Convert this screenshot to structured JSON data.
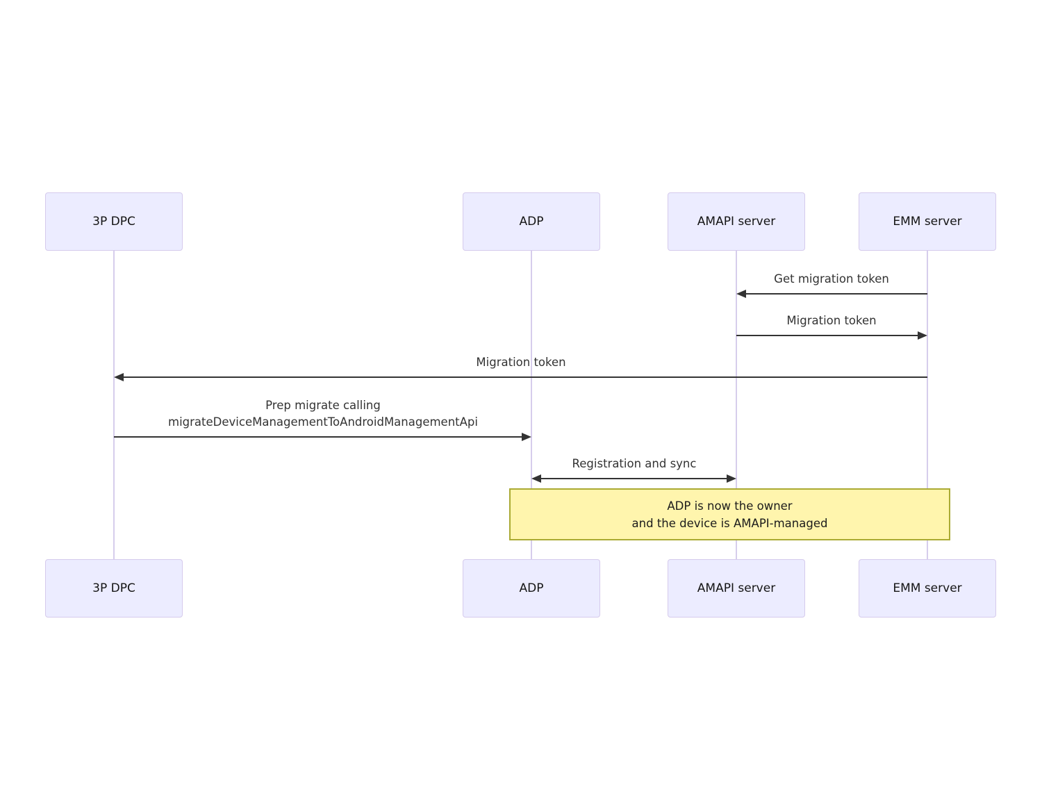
{
  "diagram": {
    "type": "sequence-diagram",
    "actors": [
      {
        "name": "3P DPC"
      },
      {
        "name": "ADP"
      },
      {
        "name": "AMAPI server"
      },
      {
        "name": "EMM server"
      }
    ],
    "messages": [
      {
        "label": "Get migration token",
        "from": "EMM server",
        "to": "AMAPI server",
        "arrow": "left"
      },
      {
        "label": "Migration token",
        "from": "AMAPI server",
        "to": "EMM server",
        "arrow": "right"
      },
      {
        "label": "Migration token",
        "from": "EMM server",
        "to": "3P DPC",
        "arrow": "left"
      },
      {
        "label": "Prep migrate calling\nmigrateDeviceManagementToAndroidManagementApi",
        "from": "3P DPC",
        "to": "ADP",
        "arrow": "right"
      },
      {
        "label": "Registration and sync",
        "from": "ADP",
        "to": "AMAPI server",
        "arrow": "both"
      }
    ],
    "note": {
      "text": "ADP is now the owner\nand the device is AMAPI-managed",
      "over": [
        "ADP",
        "EMM server"
      ]
    },
    "colors": {
      "actor_fill": "#ececff",
      "actor_border": "#d5caec",
      "lifeline": "#d6cdec",
      "arrow": "#333333",
      "message_text": "#333333",
      "note_fill": "#fff5ad",
      "note_border": "#aaaa33",
      "background": "#ffffff"
    }
  }
}
